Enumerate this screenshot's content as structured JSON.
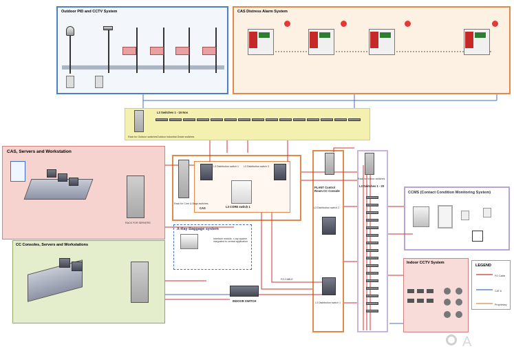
{
  "panels": {
    "outdoor": "Outdoor PID and CCTV System",
    "cas_alarm": "CAS Distress Alarm System",
    "cas_servers": "CAS, Servers and Workstation",
    "cc_consoles": "CC Consoles, Servers and Workstations",
    "xray": "X-Ray Baggage system",
    "ccms": "CCMS (Contact Condition Monitoring System)",
    "indoor_cctv": "Indoor CCTV System",
    "legend": "LEGEND"
  },
  "labels": {
    "l3_switches_top": "L3 Switches 1 - 16 Nos",
    "l3_switches_right": "L3 Switches 1 - 20",
    "rack_top": "Rack for Outdoor switches",
    "outdoor_ind": "Outdoor Industrial Grade switches",
    "dist1": "L3 Distribution switch 1",
    "dist3": "L3 Distribution switch 3",
    "dist2": "L3 Distribution switch 2",
    "dist_bottom": "L3 Distribution switch 1",
    "core": "L3 CORE switch 1",
    "cas": "CAS",
    "plant": "PLANT Control Room CC Console",
    "indoor_switch": "INDOOR SWITCH",
    "xray_note": "Interface module, x-ray system integrated to central application",
    "fo_cable": "FO CABLE",
    "rack_servers": "RACK FOR SERVERS",
    "rack_for_bags": "Rack for Core & Bags switches",
    "rack_indoor": "Rack for Indoor switches",
    "legend_fo": "FO Cable",
    "legend_cat6": "CAT-6",
    "legend_prop": "Proprietary",
    "watermark": "A"
  },
  "colors": {
    "outdoor_border": "#4a7fc0",
    "cas_alarm_border": "#e0894a",
    "yellow_band": "#f4f0b0",
    "cas_servers_bg": "#f7d3d0",
    "cc_bg": "#e4edcc",
    "fo_red": "#d0322d",
    "cat6_blue": "#3f6fc0"
  }
}
